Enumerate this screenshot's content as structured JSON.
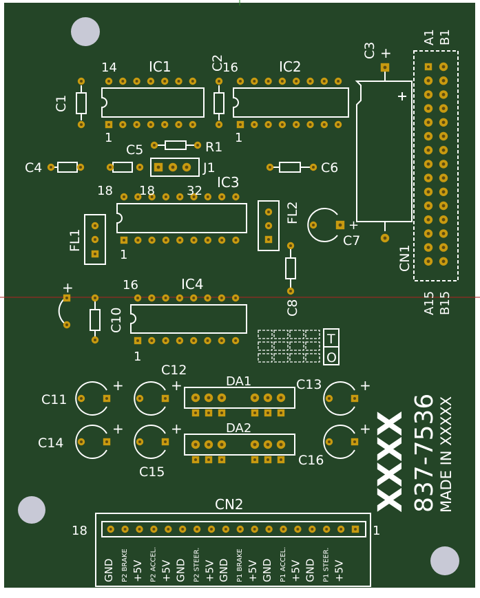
{
  "colors": {
    "board": "#244527",
    "silk": "#ffffff",
    "copper": "#c89a10",
    "pad_hole": "#5c4a10",
    "mount_hole": "#c8c9d6",
    "guide": "#b22222",
    "guide_green": "#2a8a2a"
  },
  "labels": {
    "ic1": "IC1",
    "ic1_pin_hi": "14",
    "ic1_pin1": "1",
    "ic2": "IC2",
    "ic2_pin_hi": "16",
    "ic2_pin1": "1",
    "ic3": "IC3",
    "ic3_pin_left": "18",
    "ic3_pin_mid": "18",
    "ic3_pin_hi": "32",
    "ic3_pin1": "1",
    "ic4": "IC4",
    "ic4_pin_hi": "16",
    "ic4_pin1": "1",
    "c1": "C1",
    "c2": "C2",
    "c3": "C3",
    "c4": "C4",
    "c5": "C5",
    "c6": "C6",
    "c7": "C7",
    "c8": "C8",
    "c10": "C10",
    "c11": "C11",
    "c12": "C12",
    "c13": "C13",
    "c14": "C14",
    "c15": "C15",
    "c16": "C16",
    "r1": "R1",
    "j1": "J1",
    "fl1": "FL1",
    "fl2": "FL2",
    "da1": "DA1",
    "da2": "DA2",
    "cn1": "CN1",
    "cn1_a1": "A1",
    "cn1_b1": "B1",
    "cn1_a15": "A15",
    "cn1_b15": "B15",
    "cn2": "CN2",
    "cn2_pin_hi": "18",
    "cn2_pin1": "1",
    "plus": "+",
    "to_t": "T",
    "to_o": "O",
    "part_xxxx": "XXXX",
    "part_number": "837-7536",
    "made_in": "MADE IN XXXXX"
  },
  "cn2_pins": [
    {
      "name": "GND",
      "size": "big"
    },
    {
      "name": "P2 BRAKE",
      "size": "small"
    },
    {
      "name": "+5V",
      "size": "big"
    },
    {
      "name": "P2 ACCEL.",
      "size": "small"
    },
    {
      "name": "+5V",
      "size": "big"
    },
    {
      "name": "GND",
      "size": "big"
    },
    {
      "name": "P2 STEER.",
      "size": "small"
    },
    {
      "name": "+5V",
      "size": "big"
    },
    {
      "name": "GND",
      "size": "big"
    },
    {
      "name": "P1 BRAKE",
      "size": "small"
    },
    {
      "name": "+5V",
      "size": "big"
    },
    {
      "name": "GND",
      "size": "big"
    },
    {
      "name": "P1 ACCEL.",
      "size": "small"
    },
    {
      "name": "+5V",
      "size": "big"
    },
    {
      "name": "GND",
      "size": "big"
    },
    {
      "name": "P1 STEER.",
      "size": "small"
    },
    {
      "name": "+5V",
      "size": "big"
    }
  ]
}
